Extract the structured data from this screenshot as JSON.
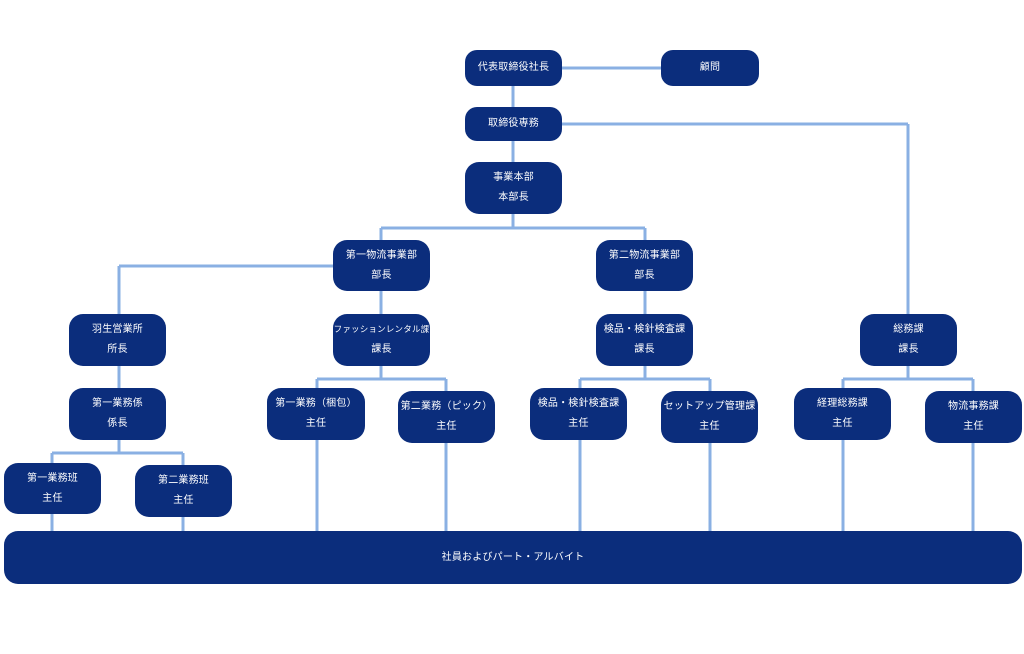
{
  "colors": {
    "box": "#0b2d7c",
    "connector": "#8ab0e3",
    "text": "#ffffff"
  },
  "nodes": {
    "ceo": {
      "line1": "代表取締役社長"
    },
    "advisor": {
      "line1": "顧問"
    },
    "senior_md": {
      "line1": "取締役専務"
    },
    "business_hq": {
      "line1": "事業本部",
      "line2": "本部長"
    },
    "logistics1": {
      "line1": "第一物流事業部",
      "line2": "部長"
    },
    "logistics2": {
      "line1": "第二物流事業部",
      "line2": "部長"
    },
    "haneda": {
      "line1": "羽生営業所",
      "line2": "所長"
    },
    "fashion_rental": {
      "line1": "ファッションレンタル課",
      "line2": "課長"
    },
    "inspection_section": {
      "line1": "検品・検針検査課",
      "line2": "課長"
    },
    "general_affairs": {
      "line1": "総務課",
      "line2": "課長"
    },
    "ops1_group": {
      "line1": "第一業務係",
      "line2": "係長"
    },
    "ops1_packing": {
      "line1": "第一業務（梱包）",
      "line2": "主任"
    },
    "ops2_picking": {
      "line1": "第二業務（ピック）",
      "line2": "主任"
    },
    "inspection_team": {
      "line1": "検品・検針検査課",
      "line2": "主任"
    },
    "setup_mgmt": {
      "line1": "セットアップ管理課",
      "line2": "主任"
    },
    "accounting": {
      "line1": "経理総務課",
      "line2": "主任"
    },
    "logistics_office": {
      "line1": "物流事務課",
      "line2": "主任"
    },
    "ops1_team": {
      "line1": "第一業務班",
      "line2": "主任"
    },
    "ops2_team": {
      "line1": "第二業務班",
      "line2": "主任"
    },
    "staff": {
      "line1": "社員およびパート・アルバイト"
    }
  }
}
